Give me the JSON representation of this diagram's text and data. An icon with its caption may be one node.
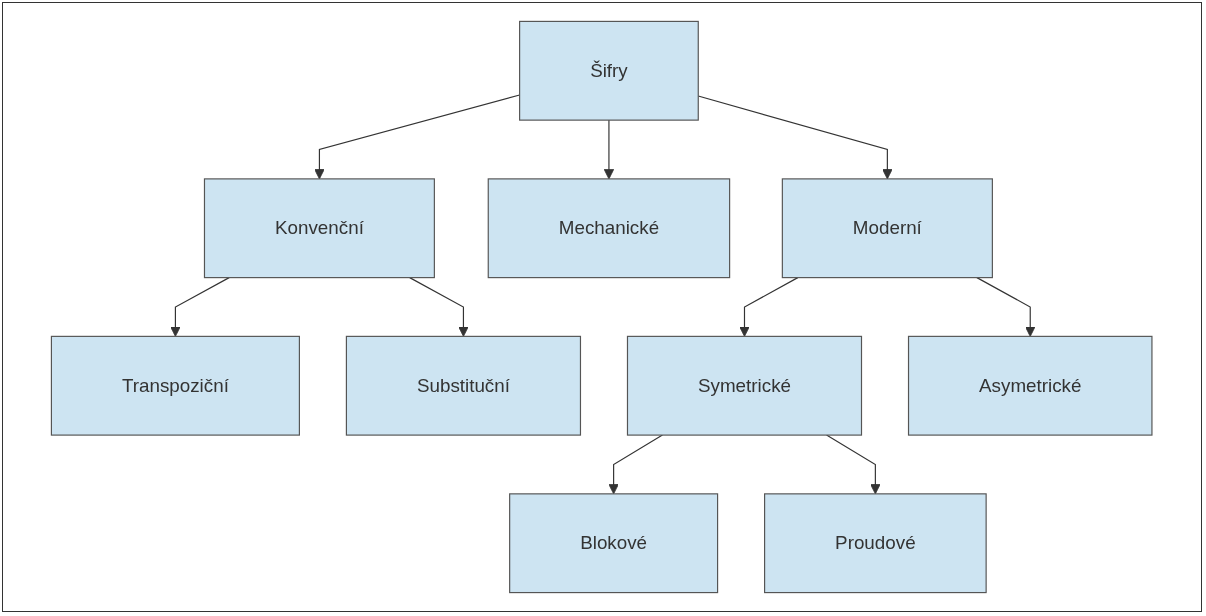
{
  "diagram": {
    "nodes": [
      {
        "text": [
          "Šifry"
        ]
      },
      {
        "text": [
          "Konvenční"
        ]
      },
      {
        "text": [
          "Mechanické"
        ]
      },
      {
        "text": [
          "Moderní"
        ]
      },
      {
        "text": [
          "Transpoziční"
        ]
      },
      {
        "text": [
          "Substituční"
        ]
      },
      {
        "text": [
          "Symetrické"
        ]
      },
      {
        "text": [
          "Asymetrické"
        ]
      },
      {
        "text": [
          "Blokové"
        ]
      },
      {
        "text": [
          "Proudové"
        ]
      }
    ],
    "edges": [
      {
        "from": 0,
        "to": 1,
        "arrow": "to"
      },
      {
        "from": 0,
        "to": 2,
        "arrow": "to"
      },
      {
        "from": 0,
        "to": 3,
        "arrow": "to"
      },
      {
        "from": 1,
        "to": 4,
        "arrow": "to"
      },
      {
        "from": 1,
        "to": 5,
        "arrow": "to"
      },
      {
        "from": 3,
        "to": 6,
        "arrow": "to"
      },
      {
        "from": 3,
        "to": 7,
        "arrow": "to"
      },
      {
        "from": 6,
        "to": 8,
        "arrow": "to"
      },
      {
        "from": 6,
        "to": 9,
        "arrow": "to"
      }
    ]
  }
}
